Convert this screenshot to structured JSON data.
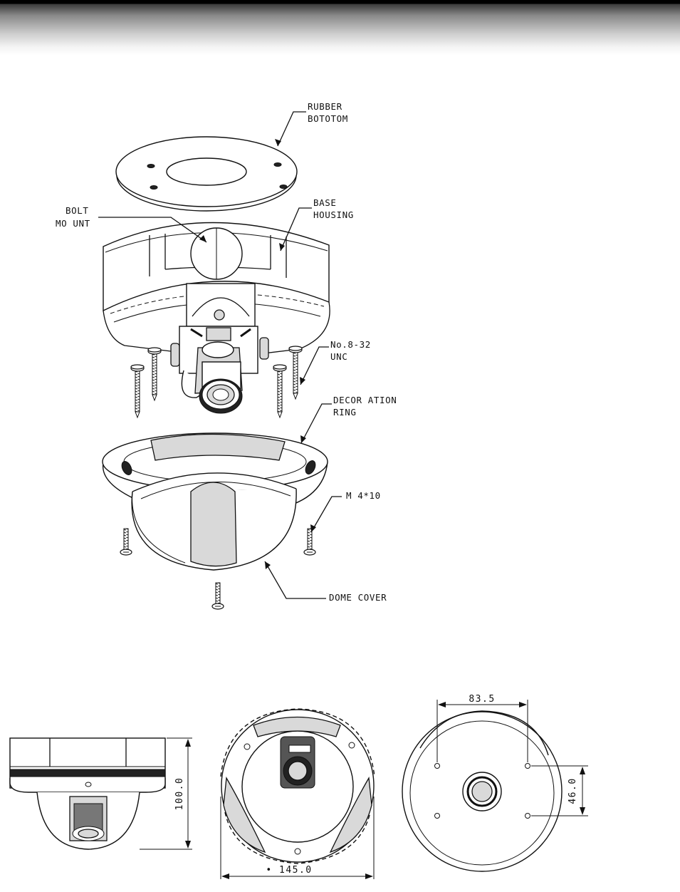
{
  "labels": {
    "rubber_bottom_1": "RUBBER",
    "rubber_bottom_2": "BOTOTOM",
    "bolt_mount_1": "BOLT",
    "bolt_mount_2": "MO UNT",
    "base_housing_1": "BASE",
    "base_housing_2": "HOUSING",
    "screw_unc_1": "No.8-32",
    "screw_unc_2": "UNC",
    "decoration_ring_1": "DECOR ATION",
    "decoration_ring_2": "RING",
    "screw_m4": "M 4*10",
    "dome_cover": "DOME COVER"
  },
  "dimensions": {
    "height": "100.0",
    "diameter": "• 145.0",
    "hole_spacing_h": "83.5",
    "hole_spacing_v": "46.0"
  }
}
